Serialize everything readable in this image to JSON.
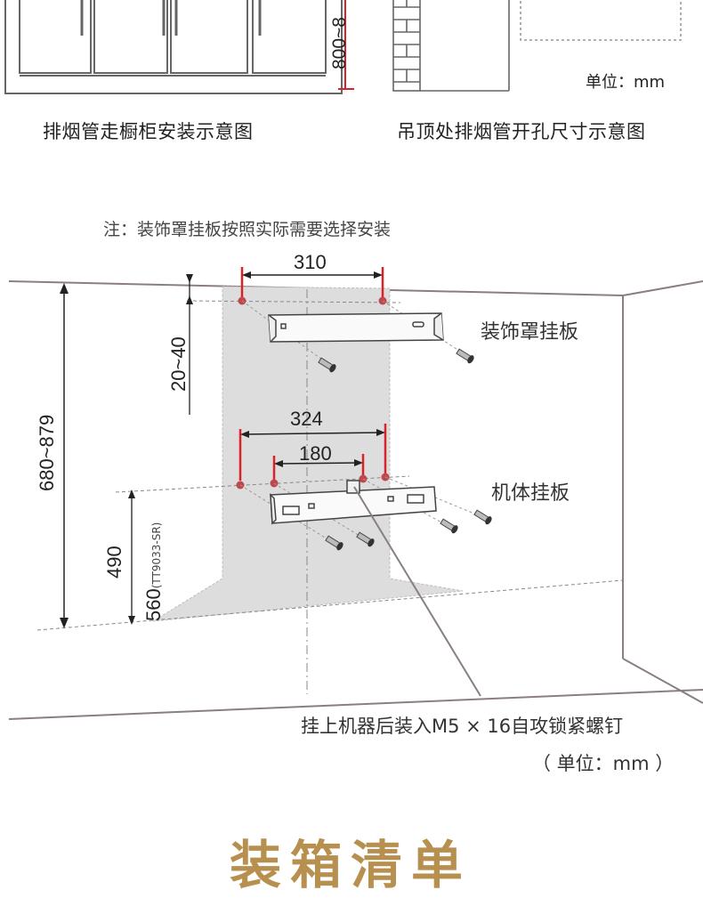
{
  "top": {
    "left_caption": "排烟管走橱柜安装示意图",
    "right_caption": "吊顶处排烟管开孔尺寸示意图",
    "left_dim": "800~8",
    "unit_label": "单位：mm"
  },
  "diagram": {
    "note": "注：装饰罩挂板按照实际需要选择安装",
    "dim_310": "310",
    "dim_20_40": "20~40",
    "dim_680_879": "680~879",
    "dim_324": "324",
    "dim_180": "180",
    "dim_490": "490",
    "dim_560": "560",
    "dim_560_model": "(TT9033-SR)",
    "label_cover_plate": "装饰罩挂板",
    "label_body_plate": "机体挂板",
    "screw_note": "挂上机器后装入M5 × 16自攻锁紧螺钉",
    "unit_note": "（ 单位：mm ）"
  },
  "footer": {
    "title": "装箱清单"
  },
  "colors": {
    "wall_line": "#8a7f80",
    "shade": "#d9d9d9",
    "red_mark": "#d8232a",
    "gold": "#b7904f"
  }
}
